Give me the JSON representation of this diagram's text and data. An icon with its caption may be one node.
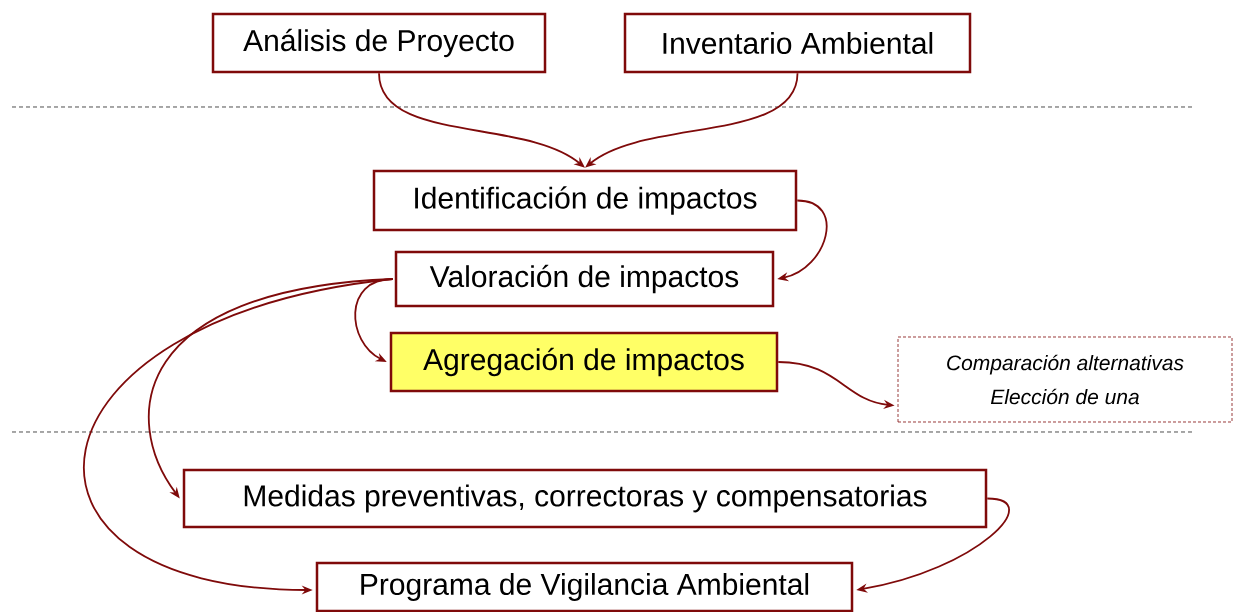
{
  "diagram": {
    "nodes": [
      {
        "text": [
          "Análisis de Proyecto"
        ]
      },
      {
        "text": [
          "Inventario Ambiental"
        ]
      },
      {
        "text": [
          "Identificación de impactos"
        ]
      },
      {
        "text": [
          "Valoración de impactos"
        ]
      },
      {
        "text": [
          "Agregación de impactos"
        ]
      },
      {
        "text": [
          "Comparación alternativas",
          "Elección de una"
        ]
      },
      {
        "text": [
          "Medidas preventivas, correctoras y compensatorias"
        ]
      },
      {
        "text": [
          "Programa de Vigilancia Ambiental"
        ]
      }
    ],
    "edges": [
      {
        "from": 0,
        "to": 2,
        "arrow": "to"
      },
      {
        "from": 1,
        "to": 2,
        "arrow": "to"
      },
      {
        "from": 2,
        "to": 3,
        "arrow": "to"
      },
      {
        "from": 3,
        "to": 4,
        "arrow": "to"
      },
      {
        "from": 4,
        "to": 5,
        "arrow": "to"
      },
      {
        "from": 3,
        "to": 6,
        "arrow": "to"
      },
      {
        "from": 3,
        "to": 7,
        "arrow": "to"
      },
      {
        "from": 6,
        "to": 7,
        "arrow": "to"
      }
    ]
  }
}
